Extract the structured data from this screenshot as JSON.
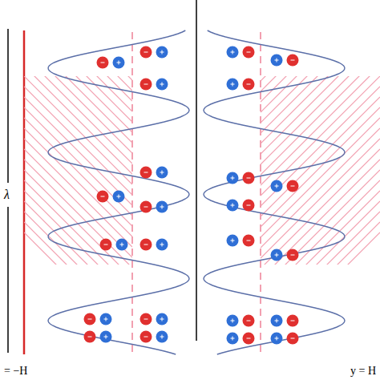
{
  "diagram": {
    "labels": [
      "λ",
      "= −H",
      "y = H"
    ]
  }
}
